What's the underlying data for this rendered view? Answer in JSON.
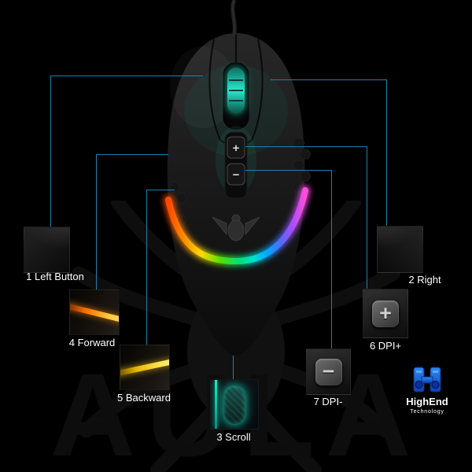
{
  "watermark": "AULA",
  "callouts": [
    {
      "label": "1 Left Button"
    },
    {
      "label": "2 Right"
    },
    {
      "label": "3 Scroll"
    },
    {
      "label": "4 Forward"
    },
    {
      "label": "5 Backward"
    },
    {
      "label": "6 DPI+"
    },
    {
      "label": "7 DPI-"
    }
  ],
  "badge": {
    "line1": "HighEnd",
    "line2": "Technology"
  },
  "icons": {
    "plus": "+",
    "minus": "−"
  },
  "colors": {
    "background": "#000000",
    "callout_line": "#1f7fae",
    "scroll_glow": "#1de8c8",
    "badge_blue": "#1b63e0",
    "rgb_stripe": [
      "#ff4800",
      "#ff9000",
      "#ffd900",
      "#55e000",
      "#00e07a",
      "#00e0d0",
      "#00a8ff",
      "#4f6bff",
      "#a44dff",
      "#ff4dd8"
    ]
  }
}
